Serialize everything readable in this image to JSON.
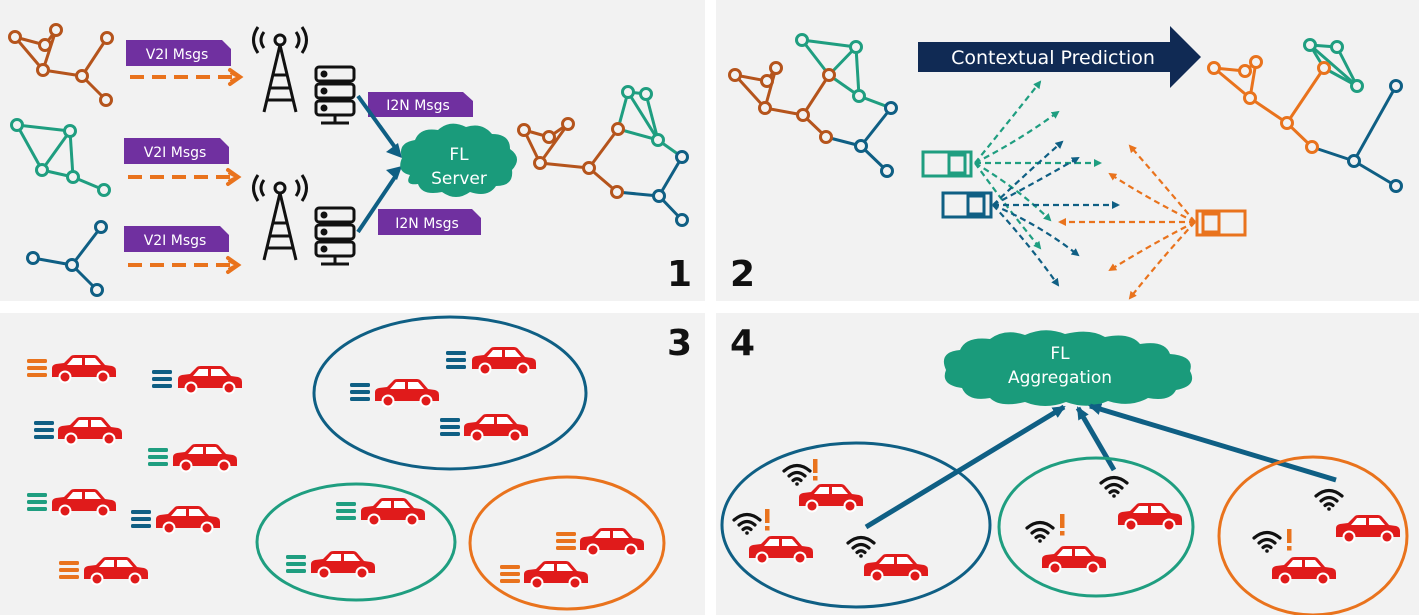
{
  "colors": {
    "panel_bg": "#f2f2f2",
    "orange": "#e9731d",
    "brown": "#b5541c",
    "teal": "#1f9e80",
    "blue": "#0f5f84",
    "navy": "#102a54",
    "purple": "#7030a0",
    "cloud": "#1a9b7b",
    "car_red": "#e01b1b",
    "black": "#111111"
  },
  "panel1": {
    "number": "1",
    "v2i_labels": [
      "V2I Msgs",
      "V2I Msgs",
      "V2I Msgs"
    ],
    "i2n_labels": [
      "I2N Msgs",
      "I2N Msgs"
    ],
    "server_line1": "FL",
    "server_line2": "Server"
  },
  "panel2": {
    "number": "2",
    "prediction_label": "Contextual Prediction"
  },
  "panel3": {
    "number": "3"
  },
  "panel4": {
    "number": "4",
    "aggregation_line1": "FL",
    "aggregation_line2": "Aggregation"
  },
  "icons": [
    "tower-icon",
    "server-rack-icon",
    "cloud-icon",
    "car-icon",
    "data-stack-icon",
    "wifi-icon",
    "alert-icon",
    "vehicle-box-icon"
  ]
}
